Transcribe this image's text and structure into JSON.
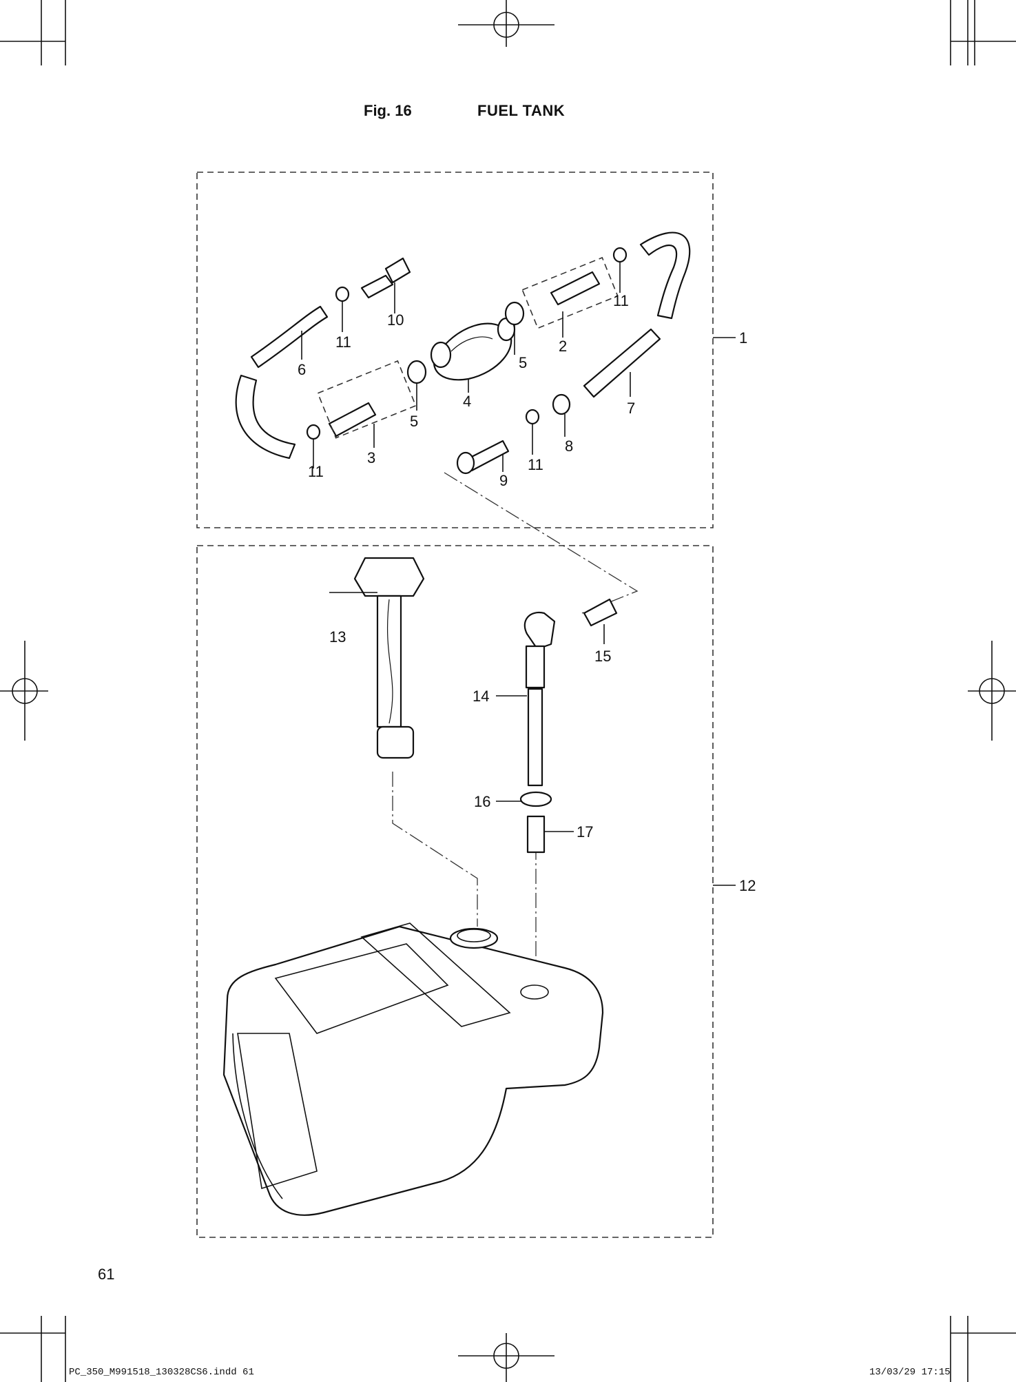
{
  "figure": {
    "number": "Fig. 16",
    "title": "FUEL TANK"
  },
  "callouts": [
    "1",
    "2",
    "3",
    "4",
    "5",
    "5",
    "6",
    "7",
    "8",
    "9",
    "10",
    "11",
    "11",
    "11",
    "11",
    "12",
    "13",
    "14",
    "15",
    "16",
    "17"
  ],
  "page_number": "61",
  "footer": {
    "file": "PC_350_M991518_130328CS6.indd  61",
    "date": "13/03/29  17:15"
  }
}
